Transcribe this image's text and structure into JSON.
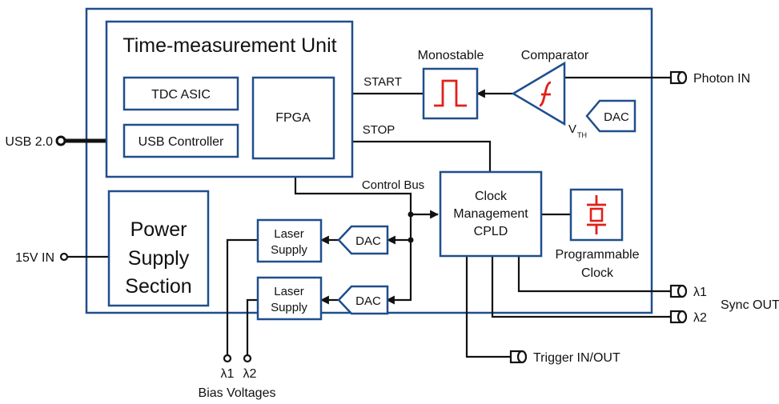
{
  "blocks": {
    "tmu_title": "Time-measurement Unit",
    "tdc": "TDC ASIC",
    "usb_ctrl": "USB Controller",
    "fpga": "FPGA",
    "psu": [
      "Power",
      "Supply",
      "Section"
    ],
    "laser_supply": [
      "Laser",
      "Supply"
    ],
    "dac": "DAC",
    "clock_mgmt": [
      "Clock",
      "Management",
      "CPLD"
    ],
    "prog_clock": [
      "Programmable",
      "Clock"
    ],
    "monostable": "Monostable",
    "comparator": "Comparator",
    "vth_main": "V",
    "vth_sub": "TH"
  },
  "signals": {
    "start": "START",
    "stop": "STOP",
    "control_bus": "Control Bus"
  },
  "ports": {
    "usb": "USB 2.0",
    "power_in": "15V IN",
    "photon_in": "Photon IN",
    "sync1": "λ1",
    "sync2": "λ2",
    "sync_out": "Sync OUT",
    "trigger": "Trigger IN/OUT",
    "bias1": "λ1",
    "bias2": "λ2",
    "bias_voltages": "Bias Voltages"
  },
  "colors": {
    "border": "#1f4e8c",
    "accent": "#e0201b",
    "wire": "#111111"
  }
}
